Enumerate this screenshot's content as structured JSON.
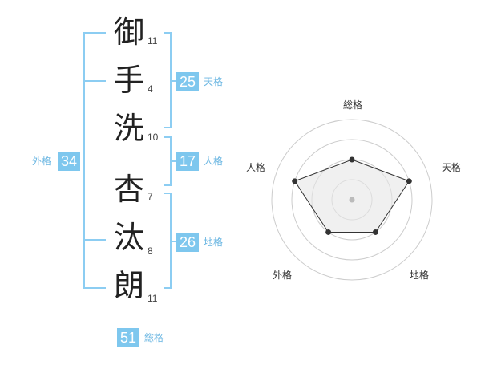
{
  "characters": [
    {
      "char": "御",
      "strokes": "11"
    },
    {
      "char": "手",
      "strokes": "4"
    },
    {
      "char": "洗",
      "strokes": "10"
    },
    {
      "char": "杏",
      "strokes": "7"
    },
    {
      "char": "汰",
      "strokes": "8"
    },
    {
      "char": "朗",
      "strokes": "11"
    }
  ],
  "scores": {
    "tenkaku": {
      "value": "25",
      "label": "天格"
    },
    "jinkaku": {
      "value": "17",
      "label": "人格"
    },
    "chikaku": {
      "value": "26",
      "label": "地格"
    },
    "gaikaku": {
      "value": "34",
      "label": "外格"
    },
    "soukaku": {
      "value": "51",
      "label": "総格"
    }
  },
  "colors": {
    "accent": "#7ec7ee",
    "bracket": "#8ccdf2",
    "label": "#6ab6e2"
  },
  "chart_data": {
    "type": "radar",
    "axes": [
      "総格",
      "天格",
      "地格",
      "外格",
      "人格"
    ],
    "rings": 4,
    "max": 4,
    "values": [
      2,
      3,
      2,
      2,
      3
    ]
  }
}
